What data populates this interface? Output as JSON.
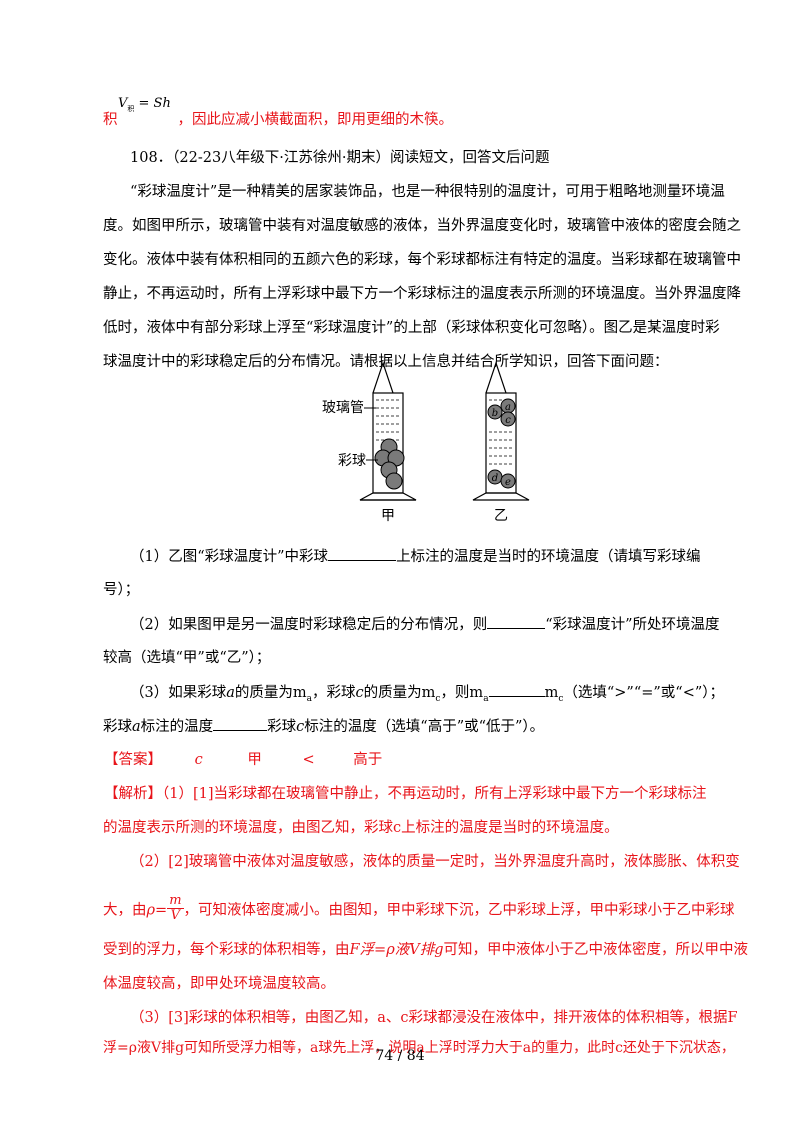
{
  "top_line": {
    "formula_v": "V",
    "formula_sub": "积",
    "formula_rest": "= Sh",
    "lead": "积",
    "text": "，因此应减小横截面积，即用更细的木筷。"
  },
  "question": {
    "number": "108．",
    "source": "（22-23八年级下·江苏徐州·期末）阅读短文，回答文后问题",
    "passage": [
      "“彩球温度计”是一种精美的居家装饰品，也是一种很特别的温度计，可用于粗略地测量环境温",
      "度。如图甲所示，玻璃管中装有对温度敏感的液体，当外界温度变化时，玻璃管中液体的密度会随之",
      "变化。液体中装有体积相同的五颜六色的彩球，每个彩球都标注有特定的温度。当彩球都在玻璃管中",
      "静止，不再运动时，所有上浮彩球中最下方一个彩球标注的温度表示所测的环境温度。当外界温度降",
      "低时，液体中有部分彩球上浮至“彩球温度计”的上部（彩球体积变化可忽略）。图乙是某温度时彩",
      "球温度计中的彩球稳定后的分布情况。请根据以上信息并结合所学知识，回答下面问题："
    ]
  },
  "figure": {
    "label_tube": "玻璃管",
    "label_ball": "彩球",
    "caption_left": "甲",
    "caption_right": "乙",
    "balls": [
      "a",
      "b",
      "c",
      "d",
      "e"
    ]
  },
  "sub_questions": {
    "q1_a": "（1）乙图“彩球温度计”中彩球",
    "q1_b": "上标注的温度是当时的环境温度（请填写彩球编",
    "q1_c": "号）；",
    "q2_a": "（2）如果图甲是另一温度时彩球稳定后的分布情况，则",
    "q2_b": "“彩球温度计”所处环境温度",
    "q2_c": "较高（选填“甲”或“乙”）；",
    "q3_a": "（3）如果彩球",
    "q3_var_a": "a",
    "q3_b": "的质量为m",
    "q3_sub_a": "a",
    "q3_c": "，彩球",
    "q3_var_c": "c",
    "q3_d": "的质量为m",
    "q3_sub_c": "c",
    "q3_e": "，则m",
    "q3_f": "m",
    "q3_g": "（选填“>”“=”或“<”）；",
    "q3_h": "彩球",
    "q3_i": "标注的温度",
    "q3_j": "彩球",
    "q3_k": "标注的温度（选填“高于”或“低于”）。"
  },
  "answer": {
    "label": "【答案】",
    "items": [
      "c",
      "甲",
      "<",
      "高于"
    ]
  },
  "analysis": {
    "label": "【解析】",
    "l1": "（1）[1]当彩球都在玻璃管中静止，不再运动时，所有上浮彩球中最下方一个彩球标注",
    "l2": "的温度表示所测的环境温度，由图乙知，彩球c上标注的温度是当时的环境温度。",
    "l3": "（2）[2]玻璃管中液体对温度敏感，液体的质量一定时，当外界温度升高时，液体膨胀、体积变",
    "l4_a": "大，由",
    "rho": "ρ",
    "eq": "=",
    "frac_num": "m",
    "frac_den": "V",
    "l4_b": "，可知液体密度减小。由图知，甲中彩球下沉，乙中彩球上浮，甲中彩球小于乙中彩球",
    "l5_a": "受到的浮力，每个彩球的体积相等，由",
    "l5_formula": "F浮=ρ液V排g",
    "l5_b": "可知，甲中液体小于乙中液体密度，所以甲中液",
    "l6": "体温度较高，即甲处环境温度较高。",
    "l7": "（3）[3]彩球的体积相等，由图乙知，a、c彩球都浸没在液体中，排开液体的体积相等，根据F",
    "l8": "浮=ρ液V排g可知所受浮力相等，a球先上浮，说明a上浮时浮力大于a的重力，此时c还处于下沉状态，"
  },
  "footer": {
    "page": "74 / 84"
  },
  "colors": {
    "red": "#e8141a",
    "ball_fill": "#7a7a7a"
  }
}
